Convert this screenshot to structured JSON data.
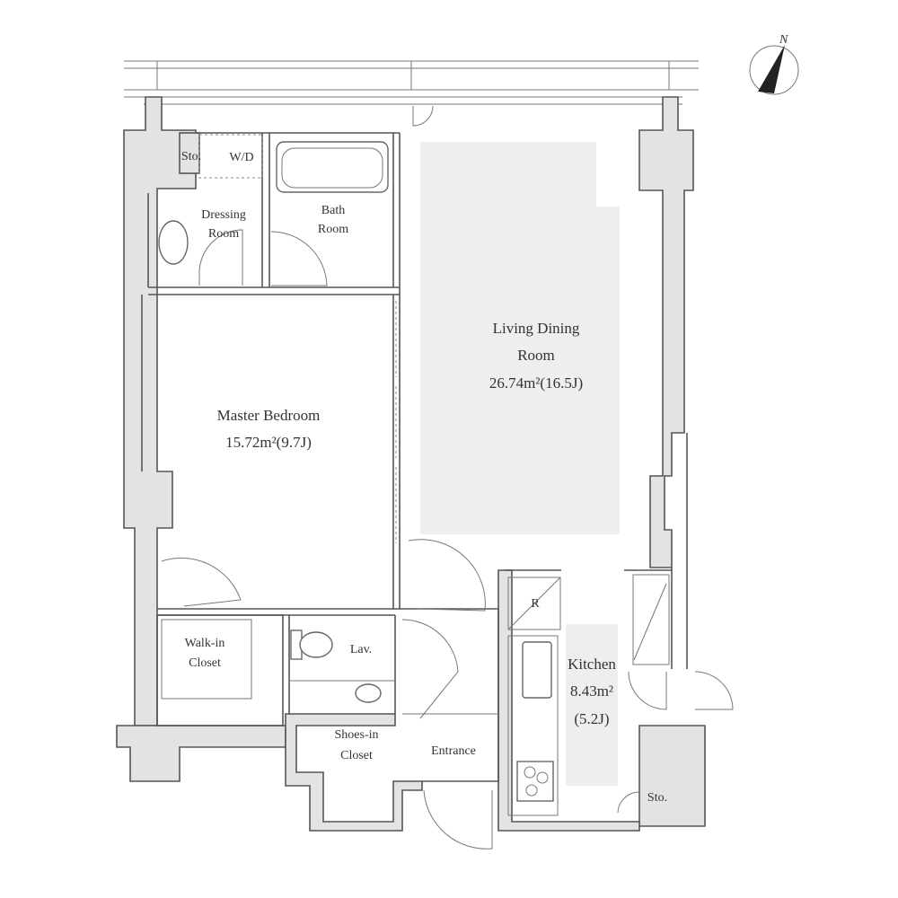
{
  "rooms": {
    "living": {
      "line1": "Living Dining",
      "line2": "Room",
      "area": "26.74m²(16.5J)"
    },
    "master": {
      "name": "Master Bedroom",
      "area": "15.72m²(9.7J)"
    },
    "kitchen": {
      "name": "Kitchen",
      "area": "8.43m²",
      "jo": "(5.2J)"
    },
    "bath": {
      "line1": "Bath",
      "line2": "Room"
    },
    "dressing": {
      "line1": "Dressing",
      "line2": "Room"
    },
    "walkin": {
      "line1": "Walk-in",
      "line2": "Closet"
    },
    "shoes": {
      "line1": "Shoes-in",
      "line2": "Closet"
    },
    "entrance": {
      "name": "Entrance"
    },
    "lav": {
      "name": "Lav."
    },
    "wd": {
      "name": "W/D"
    },
    "sto_top": {
      "name": "Sto."
    },
    "sto_kitchen": {
      "name": "Sto."
    },
    "refrigerator": {
      "name": "R"
    }
  },
  "compass": {
    "label": "N"
  },
  "colors": {
    "wall": "#e3e3e3",
    "line": "#555555",
    "floor_shade": "#eeeeee"
  }
}
